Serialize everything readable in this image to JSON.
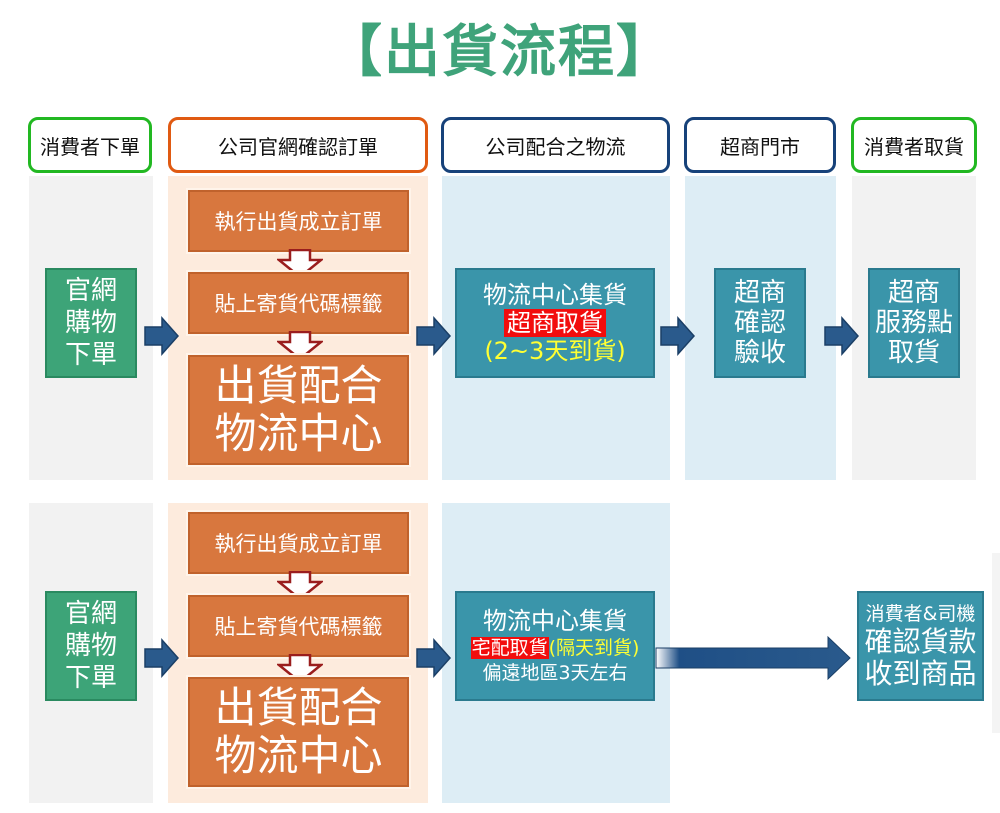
{
  "title": "【出貨流程】",
  "headers": [
    {
      "label": "消費者下單"
    },
    {
      "label": "公司官網確認訂單"
    },
    {
      "label": "公司配合之物流"
    },
    {
      "label": "超商門市"
    },
    {
      "label": "消費者取貨"
    }
  ],
  "flow_top": {
    "order": [
      "官網",
      "購物",
      "下單"
    ],
    "step1": "執行出貨成立訂單",
    "step2": "貼上寄貨代碼標籤",
    "step3": [
      "出貨配合",
      "物流中心"
    ],
    "logistics": {
      "line1": "物流中心集貨",
      "highlight": "超商取貨",
      "note": "(2~3天到貨)"
    },
    "store": [
      "超商",
      "確認",
      "驗收"
    ],
    "pickup": [
      "超商",
      "服務點",
      "取貨"
    ]
  },
  "flow_bottom": {
    "order": [
      "官網",
      "購物",
      "下單"
    ],
    "step1": "執行出貨成立訂單",
    "step2": "貼上寄貨代碼標籤",
    "step3": [
      "出貨配合",
      "物流中心"
    ],
    "logistics": {
      "line1": "物流中心集貨",
      "highlight": "宅配取貨",
      "note": "(隔天到貨)",
      "line3": "偏遠地區3天左右"
    },
    "delivery": {
      "line1": "消費者&司機",
      "line2": "確認貨款",
      "line3": "收到商品"
    }
  },
  "colors": {
    "title": "#3fa37a",
    "green_box": "#3da478",
    "orange_box": "#d8773e",
    "teal_box": "#3a95aa",
    "arrow": "#2a5a8c",
    "highlight_red": "#f20d0d",
    "note_yellow": "#ffff33"
  }
}
